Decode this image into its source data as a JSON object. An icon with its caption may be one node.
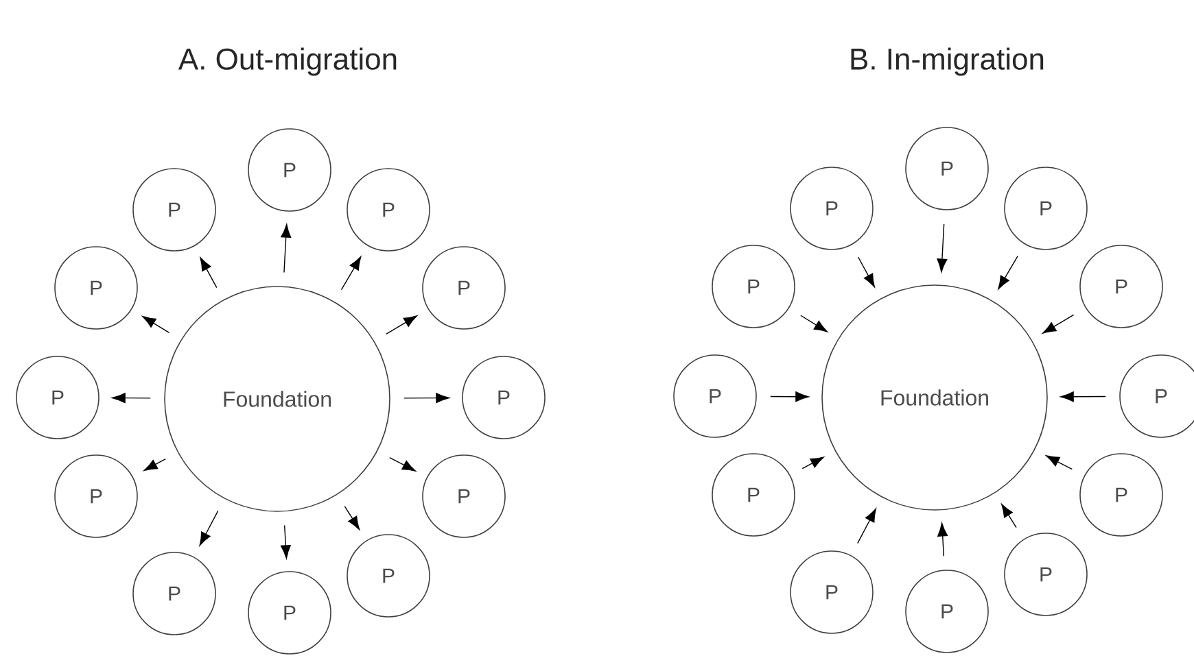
{
  "diagram": {
    "nodes": [
      {
        "text": [
          "Foundation"
        ]
      },
      {
        "text": [
          "P"
        ]
      },
      {
        "text": [
          "P"
        ]
      },
      {
        "text": [
          "P"
        ]
      },
      {
        "text": [
          "P"
        ]
      },
      {
        "text": [
          "P"
        ]
      },
      {
        "text": [
          "P"
        ]
      },
      {
        "text": [
          "P"
        ]
      },
      {
        "text": [
          "P"
        ]
      },
      {
        "text": [
          "P"
        ]
      },
      {
        "text": [
          "P"
        ]
      },
      {
        "text": [
          "P"
        ]
      },
      {
        "text": [
          "P"
        ]
      },
      {
        "text": [
          "Foundation"
        ]
      },
      {
        "text": [
          "P"
        ]
      },
      {
        "text": [
          "P"
        ]
      },
      {
        "text": [
          "P"
        ]
      },
      {
        "text": [
          "P"
        ]
      },
      {
        "text": [
          "P"
        ]
      },
      {
        "text": [
          "P"
        ]
      },
      {
        "text": [
          "P"
        ]
      },
      {
        "text": [
          "P"
        ]
      },
      {
        "text": [
          "P"
        ]
      },
      {
        "text": [
          "P"
        ]
      },
      {
        "text": [
          "P"
        ]
      },
      {
        "text": [
          "P"
        ]
      }
    ],
    "edges": [
      {
        "from": 0,
        "to": 1,
        "arrow": "to"
      },
      {
        "from": 0,
        "to": 2,
        "arrow": "to"
      },
      {
        "from": 0,
        "to": 3,
        "arrow": "to"
      },
      {
        "from": 0,
        "to": 4,
        "arrow": "to"
      },
      {
        "from": 0,
        "to": 5,
        "arrow": "to"
      },
      {
        "from": 0,
        "to": 6,
        "arrow": "to"
      },
      {
        "from": 0,
        "to": 7,
        "arrow": "to"
      },
      {
        "from": 0,
        "to": 8,
        "arrow": "to"
      },
      {
        "from": 0,
        "to": 9,
        "arrow": "to"
      },
      {
        "from": 0,
        "to": 10,
        "arrow": "to"
      },
      {
        "from": 0,
        "to": 11,
        "arrow": "to"
      },
      {
        "from": 0,
        "to": 12,
        "arrow": "to"
      },
      {
        "from": 14,
        "to": 13,
        "arrow": "to"
      },
      {
        "from": 15,
        "to": 13,
        "arrow": "to"
      },
      {
        "from": 16,
        "to": 13,
        "arrow": "to"
      },
      {
        "from": 17,
        "to": 13,
        "arrow": "to"
      },
      {
        "from": 18,
        "to": 13,
        "arrow": "to"
      },
      {
        "from": 19,
        "to": 13,
        "arrow": "to"
      },
      {
        "from": 20,
        "to": 13,
        "arrow": "to"
      },
      {
        "from": 21,
        "to": 13,
        "arrow": "to"
      },
      {
        "from": 22,
        "to": 13,
        "arrow": "to"
      },
      {
        "from": 23,
        "to": 13,
        "arrow": "to"
      },
      {
        "from": 24,
        "to": 13,
        "arrow": "to"
      },
      {
        "from": 25,
        "to": 13,
        "arrow": "to"
      }
    ],
    "labels": [
      "A. Out-migration",
      "B. In-migration"
    ]
  }
}
